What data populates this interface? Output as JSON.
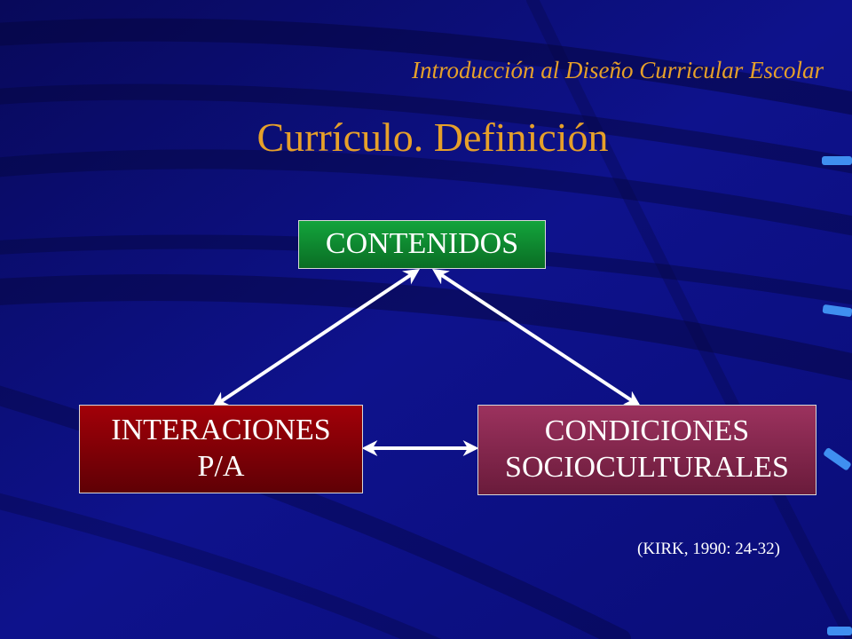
{
  "slide": {
    "subtitle": "Introducción al Diseño Curricular Escolar",
    "title": "Currículo. Definición",
    "citation": "(KIRK, 1990: 24-32)"
  },
  "diagram": {
    "top_node": "CONTENIDOS",
    "left_node": [
      "INTERACIONES",
      "P/A"
    ],
    "right_node": [
      "CONDICIONES",
      "SOCIOCULTURALES"
    ]
  },
  "colors": {
    "background": "#0c0f80",
    "heading": "#e6a02a",
    "top_node": "#13a43c",
    "left_node": "#a20008",
    "right_node": "#9c325e",
    "arrows": "#ffffff"
  }
}
